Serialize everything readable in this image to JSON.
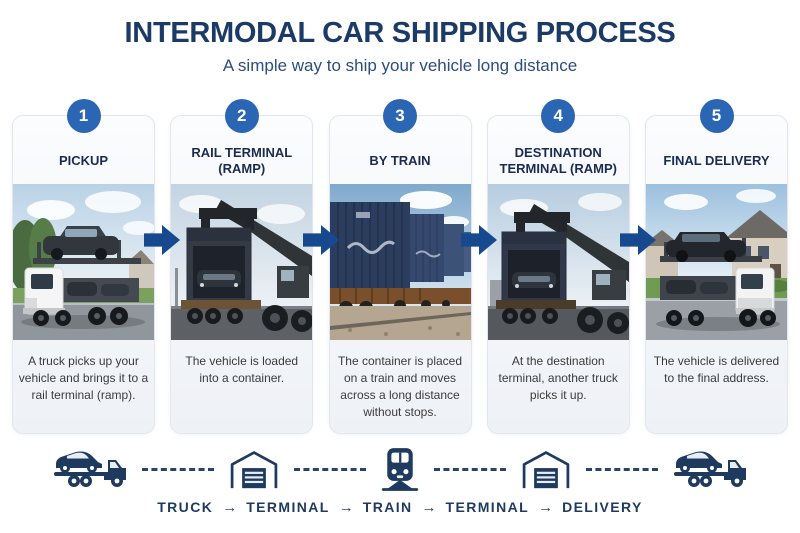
{
  "header": {
    "title": "INTERMODAL CAR SHIPPING PROCESS",
    "subtitle": "A simple way to ship your vehicle long distance"
  },
  "steps": [
    {
      "number": "1",
      "title": "PICKUP",
      "description": "A truck picks up your vehicle and brings it to a rail terminal (ramp).",
      "photo": "car-hauler-truck-with-suv"
    },
    {
      "number": "2",
      "title": "RAIL TERMINAL (RAMP)",
      "description": "The vehicle is loaded into a container.",
      "photo": "reachstacker-loading-car-container"
    },
    {
      "number": "3",
      "title": "BY TRAIN",
      "description": "The container is placed on a train and moves across a long distance without stops.",
      "photo": "container-train"
    },
    {
      "number": "4",
      "title": "DESTINATION TERMINAL (RAMP)",
      "description": "At the destination terminal, another truck picks it up.",
      "photo": "reachstacker-unloading-car-container"
    },
    {
      "number": "5",
      "title": "FINAL DELIVERY",
      "description": "The vehicle is delivered to the final address.",
      "photo": "car-hauler-truck-residential-delivery"
    }
  ],
  "timeline": {
    "icons": [
      "car-carrier-truck-icon",
      "terminal-building-icon",
      "train-icon",
      "terminal-building-icon",
      "car-carrier-truck-icon"
    ],
    "labels": [
      "TRUCK",
      "TERMINAL",
      "TRAIN",
      "TERMINAL",
      "DELIVERY"
    ],
    "separator": "→"
  },
  "colors": {
    "title_navy": "#1b3a66",
    "subtitle_blue": "#2c4d80",
    "badge_blue": "#2a66b4",
    "arrow_navy": "#17498f",
    "icon_navy": "#1e3a5f",
    "card_bg": "#eef1f6",
    "card_border": "#e2e6ee",
    "body_text": "#3b3b3b"
  }
}
